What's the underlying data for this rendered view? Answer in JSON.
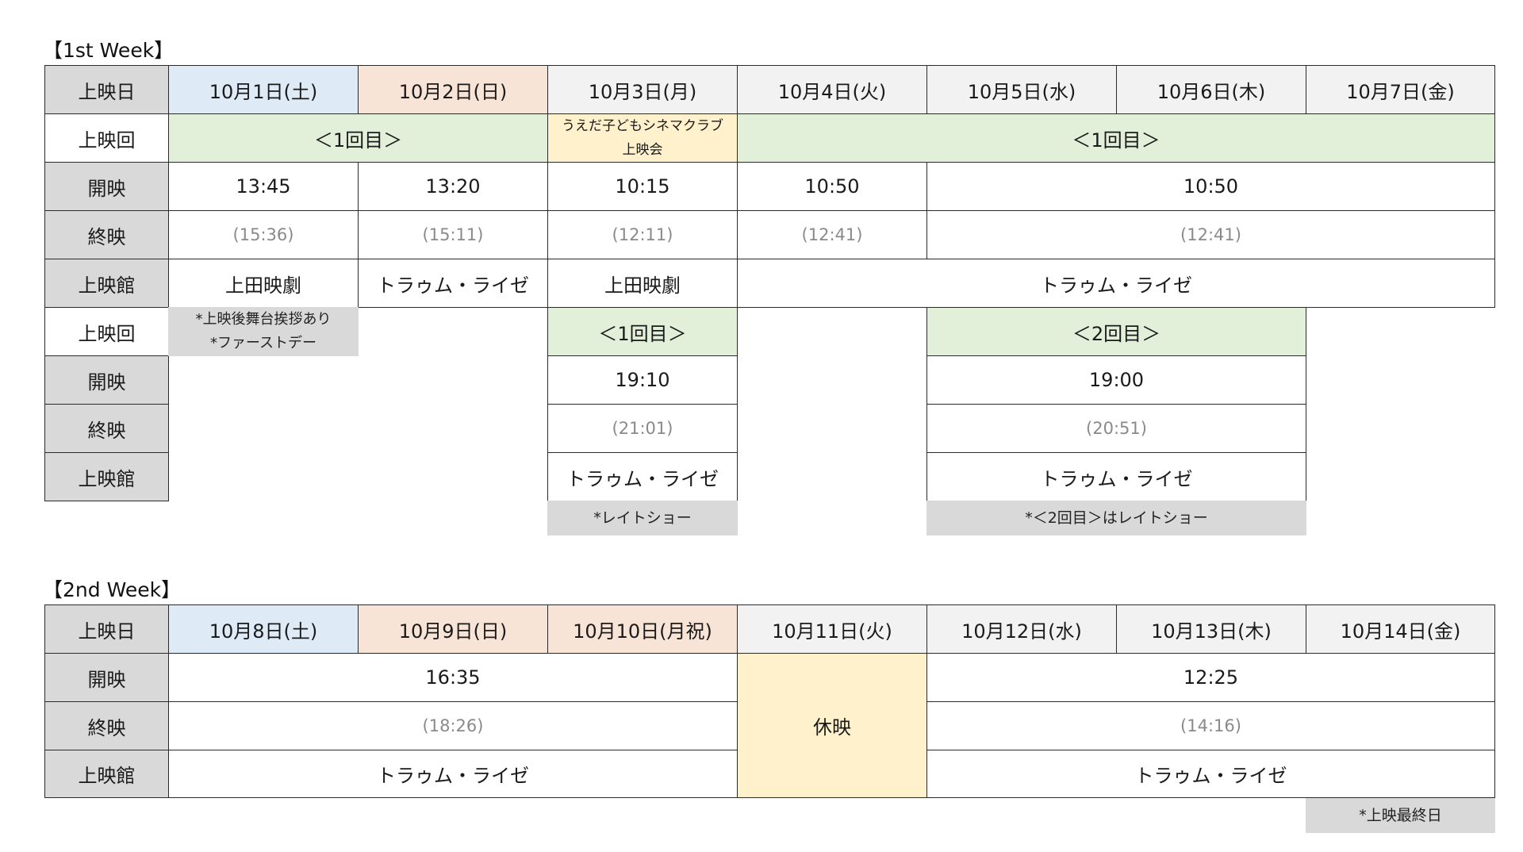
{
  "week1": {
    "title": "【1st Week】",
    "row_labels": {
      "date": "上映日",
      "showing": "上映回",
      "start": "開映",
      "end": "終映",
      "venue": "上映館",
      "showing2": "上映回",
      "start2": "開映",
      "end2": "終映",
      "venue2": "上映館"
    },
    "dates": [
      "10月1日(土)",
      "10月2日(日)",
      "10月3日(月)",
      "10月4日(火)",
      "10月5日(水)",
      "10月6日(木)",
      "10月7日(金)"
    ],
    "first": {
      "showing_a": "＜1回目＞",
      "showing_b": "うえだ子どもシネマクラブ上映会",
      "showing_c": "＜1回目＞",
      "start": [
        "13:45",
        "13:20",
        "10:15",
        "10:50",
        "10:50"
      ],
      "end": [
        "(15:36)",
        "(15:11)",
        "(12:11)",
        "(12:41)",
        "(12:41)"
      ],
      "venue": [
        "上田映劇",
        "トラゥム・ライゼ",
        "上田映劇",
        "トラゥム・ライゼ"
      ]
    },
    "second_oct3": {
      "showing": "＜1回目＞",
      "start": "19:10",
      "end": "(21:01)",
      "venue": "トラゥム・ライゼ"
    },
    "second_oct5_7": {
      "showing": "＜2回目＞",
      "start": "19:00",
      "end": "(20:51)",
      "venue": "トラゥム・ライゼ"
    },
    "notes": {
      "oct1_line1": "*上映後舞台挨拶あり",
      "oct1_line2": "*ファーストデー",
      "oct3": "*レイトショー",
      "oct5_7": "*＜2回目＞はレイトショー"
    }
  },
  "week2": {
    "title": "【2nd Week】",
    "row_labels": {
      "date": "上映日",
      "start": "開映",
      "end": "終映",
      "venue": "上映館"
    },
    "dates": [
      "10月8日(土)",
      "10月9日(日)",
      "10月10日(月祝)",
      "10月11日(火)",
      "10月12日(水)",
      "10月13日(木)",
      "10月14日(金)"
    ],
    "block_a": {
      "start": "16:35",
      "end": "(18:26)",
      "venue": "トラゥム・ライゼ"
    },
    "closed": "休映",
    "block_b": {
      "start": "12:25",
      "end": "(14:16)",
      "venue": "トラゥム・ライゼ"
    },
    "note_last": "*上映最終日"
  }
}
